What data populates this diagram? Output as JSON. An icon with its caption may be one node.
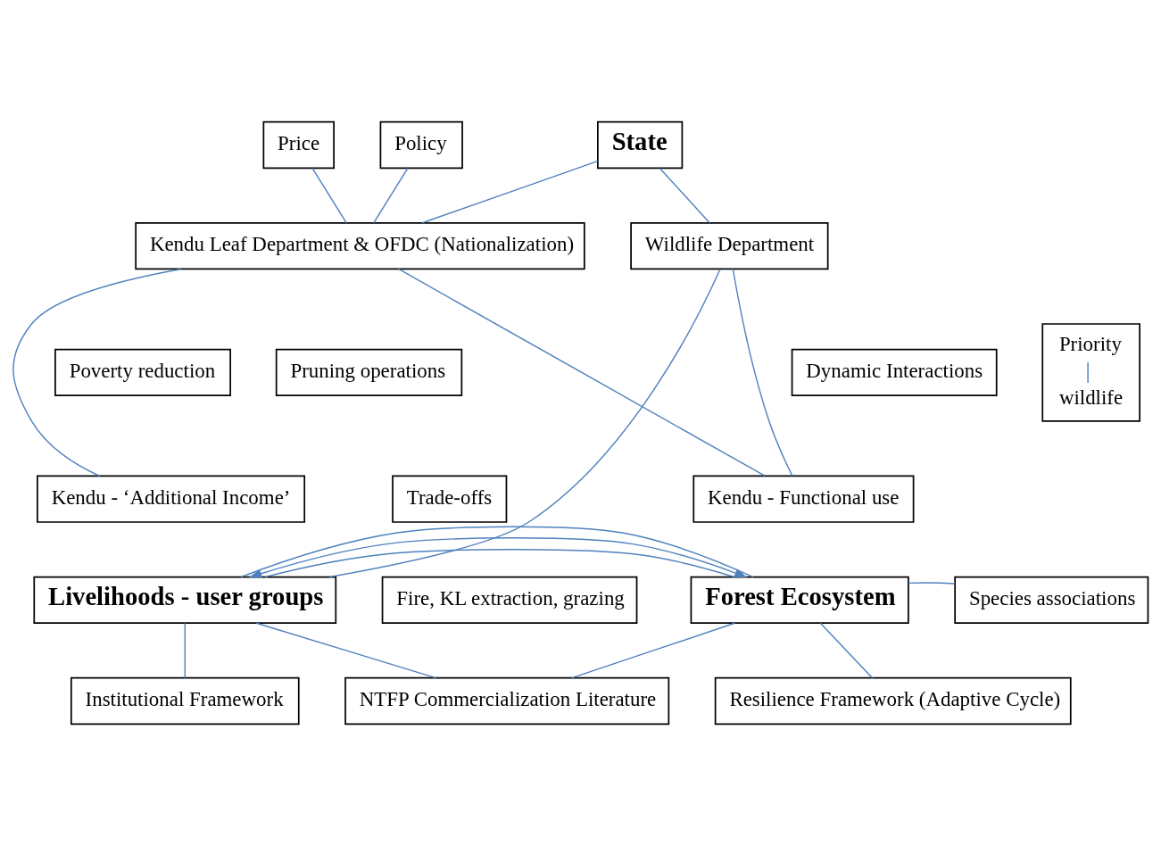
{
  "diagram": {
    "nodes": [
      {
        "text": [
          "Price"
        ]
      },
      {
        "text": [
          "Policy"
        ]
      },
      {
        "text": [
          "State"
        ]
      },
      {
        "text": [
          "Kendu Leaf Department & OFDC (Nationalization)"
        ]
      },
      {
        "text": [
          "Wildlife Department"
        ]
      },
      {
        "text": [
          "Poverty reduction"
        ]
      },
      {
        "text": [
          "Pruning operations"
        ]
      },
      {
        "text": [
          "Dynamic Interactions"
        ]
      },
      {
        "text": [
          "Priority",
          "wildlife"
        ]
      },
      {
        "text": [
          "Kendu - ‘Additional Income’"
        ]
      },
      {
        "text": [
          "Kendu - Functional use"
        ]
      },
      {
        "text": [
          "Trade-offs"
        ]
      },
      {
        "text": [
          "Livelihoods - user groups"
        ]
      },
      {
        "text": [
          "Forest Ecosystem"
        ]
      },
      {
        "text": [
          "Fire, KL extraction, grazing"
        ]
      },
      {
        "text": [
          "Species associations"
        ]
      },
      {
        "text": [
          "Institutional Framework"
        ]
      },
      {
        "text": [
          "NTFP Commercialization Literature"
        ]
      },
      {
        "text": [
          "Resilience Framework (Adaptive Cycle)"
        ]
      }
    ],
    "edges": [
      {
        "from": 0,
        "to": 3,
        "arrow": "none"
      },
      {
        "from": 1,
        "to": 3,
        "arrow": "none"
      },
      {
        "from": 2,
        "to": 3,
        "arrow": "none"
      },
      {
        "from": 2,
        "to": 4,
        "arrow": "none"
      },
      {
        "from": 3,
        "to": 9,
        "arrow": "none"
      },
      {
        "from": 3,
        "to": 10,
        "arrow": "none"
      },
      {
        "from": 4,
        "to": 12,
        "arrow": "none"
      },
      {
        "from": 4,
        "to": 10,
        "arrow": "none"
      },
      {
        "from": 12,
        "to": 13,
        "arrow": "none"
      },
      {
        "from": 12,
        "to": 13,
        "arrow": "both"
      },
      {
        "from": 12,
        "to": 13,
        "arrow": "none"
      },
      {
        "from": 13,
        "to": 15,
        "arrow": "none"
      },
      {
        "from": 12,
        "to": 16,
        "arrow": "none"
      },
      {
        "from": 12,
        "to": 17,
        "arrow": "none"
      },
      {
        "from": 13,
        "to": 17,
        "arrow": "none"
      },
      {
        "from": 13,
        "to": 18,
        "arrow": "none"
      }
    ]
  }
}
